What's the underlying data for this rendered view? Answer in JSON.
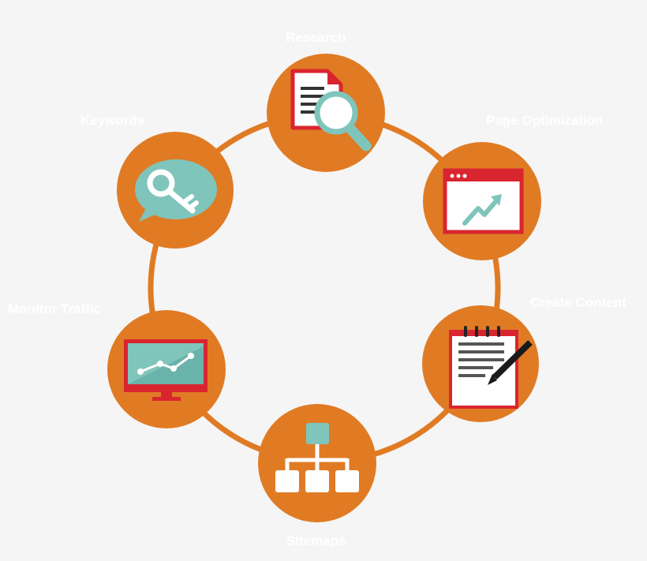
{
  "diagram": {
    "type": "cycle",
    "colors": {
      "ring": "#e07b24",
      "node_fill": "#e07b24",
      "red": "#d9252f",
      "teal": "#7fc5bc",
      "dark": "#333333",
      "white": "#ffffff",
      "label_text": "#ffffff",
      "background": "#f5f5f5"
    },
    "nodes": [
      {
        "id": "research",
        "label": "Research",
        "icon": "document-magnifier-icon"
      },
      {
        "id": "page-optimization",
        "label": "Page Optimization",
        "icon": "browser-trend-icon"
      },
      {
        "id": "create-content",
        "label": "Create Content",
        "icon": "notepad-pen-icon"
      },
      {
        "id": "sitemaps",
        "label": "Sitemaps",
        "icon": "sitemap-hierarchy-icon"
      },
      {
        "id": "monitor-traffic",
        "label": "Monitor Traffic",
        "icon": "monitor-chart-icon"
      },
      {
        "id": "keywords",
        "label": "Keywords",
        "icon": "key-speech-bubble-icon"
      }
    ]
  }
}
